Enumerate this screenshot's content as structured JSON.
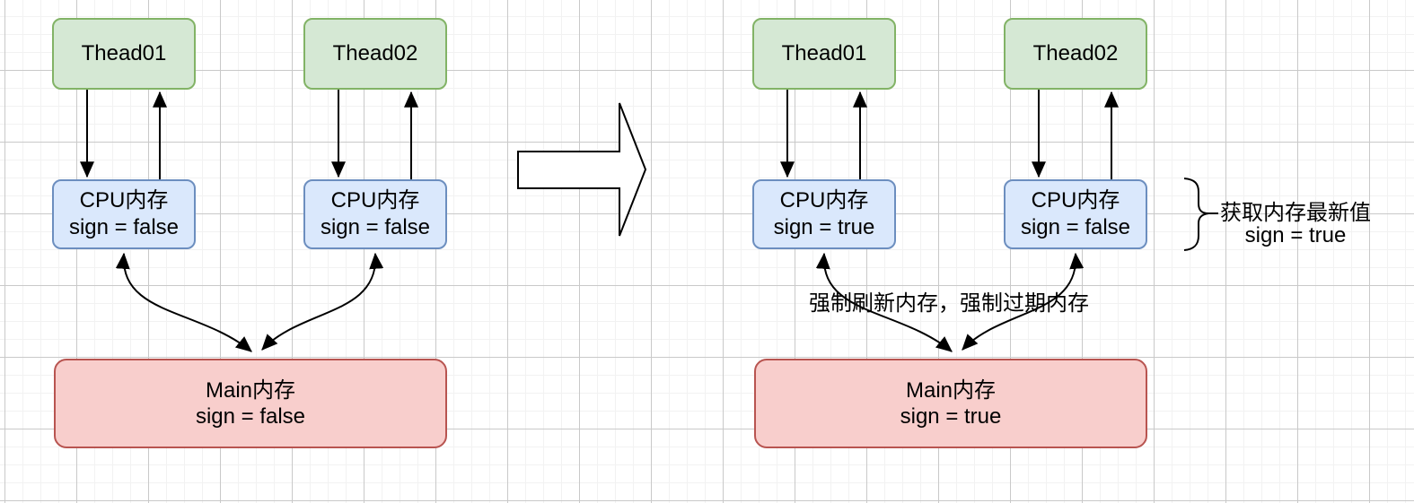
{
  "panels": {
    "before": {
      "threads": [
        {
          "label": "Thead01"
        },
        {
          "label": "Thead02"
        }
      ],
      "cpus": [
        {
          "title": "CPU内存",
          "value": "sign = false"
        },
        {
          "title": "CPU内存",
          "value": "sign = false"
        }
      ],
      "main": {
        "title": "Main内存",
        "value": "sign = false"
      }
    },
    "after": {
      "threads": [
        {
          "label": "Thead01"
        },
        {
          "label": "Thead02"
        }
      ],
      "cpus": [
        {
          "title": "CPU内存",
          "value": "sign = true"
        },
        {
          "title": "CPU内存",
          "value": "sign = false"
        }
      ],
      "main": {
        "title": "Main内存",
        "value": "sign = true"
      },
      "flush_label": "强制刷新内存，强制过期内存",
      "brace_note": {
        "line1": "获取内存最新值",
        "line2": "sign = true"
      }
    }
  },
  "colors": {
    "thread_fill": "#d5e8d4",
    "thread_border": "#82b366",
    "cpu_fill": "#dae8fc",
    "cpu_border": "#6c8ebf",
    "main_fill": "#f8cecc",
    "main_border": "#b85450",
    "arrow": "#000000",
    "grid_minor": "#f2f2f2",
    "grid_major": "#c9c9c9",
    "canvas_bg": "#ffffff"
  }
}
